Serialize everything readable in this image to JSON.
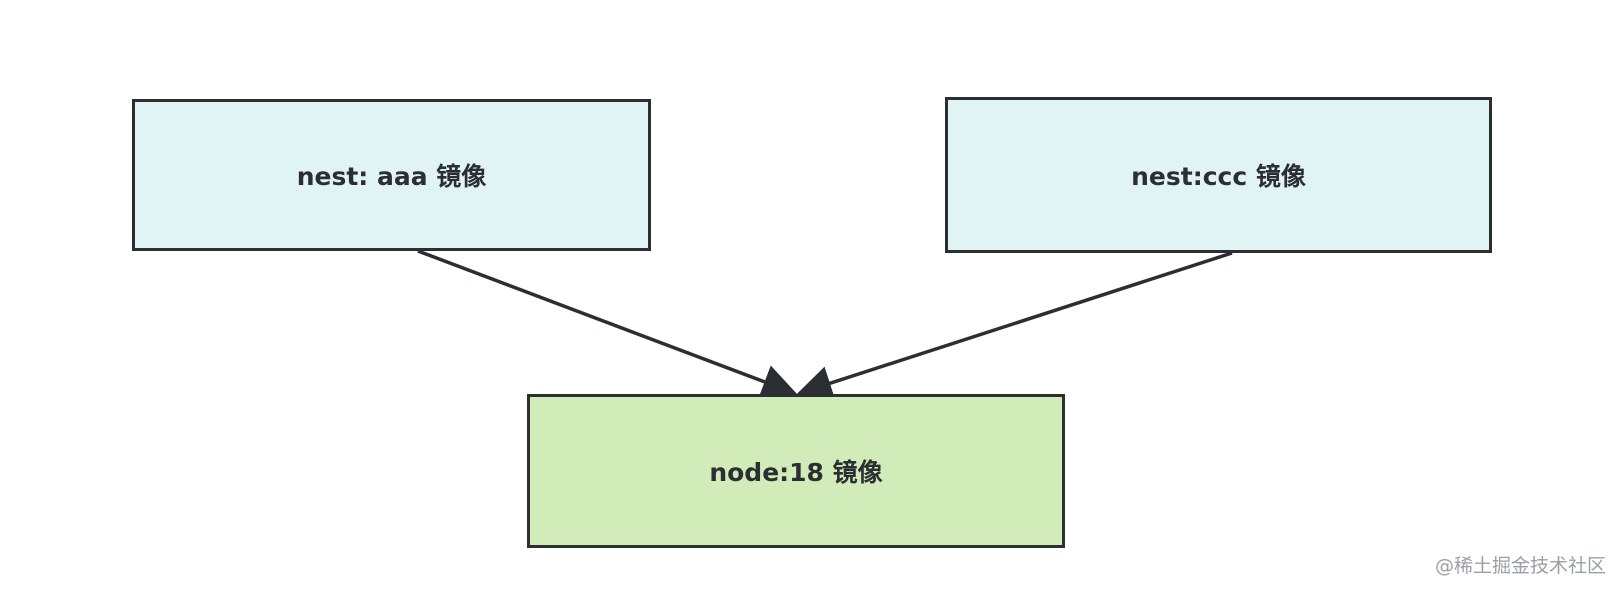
{
  "nodes": {
    "nest_aaa": {
      "label": "nest: aaa 镜像",
      "fill": "#e0f4f5"
    },
    "nest_ccc": {
      "label": "nest:ccc 镜像",
      "fill": "#e0f4f5"
    },
    "node_18": {
      "label": "node:18 镜像",
      "fill": "#d2ecb9"
    }
  },
  "edges": [
    {
      "from": "nest_aaa",
      "to": "node_18"
    },
    {
      "from": "nest_ccc",
      "to": "node_18"
    }
  ],
  "colors": {
    "stroke": "#2b2f33",
    "text": "#2b2f33",
    "watermark": "#9aa0a6"
  },
  "watermark": "@稀土掘金技术社区"
}
